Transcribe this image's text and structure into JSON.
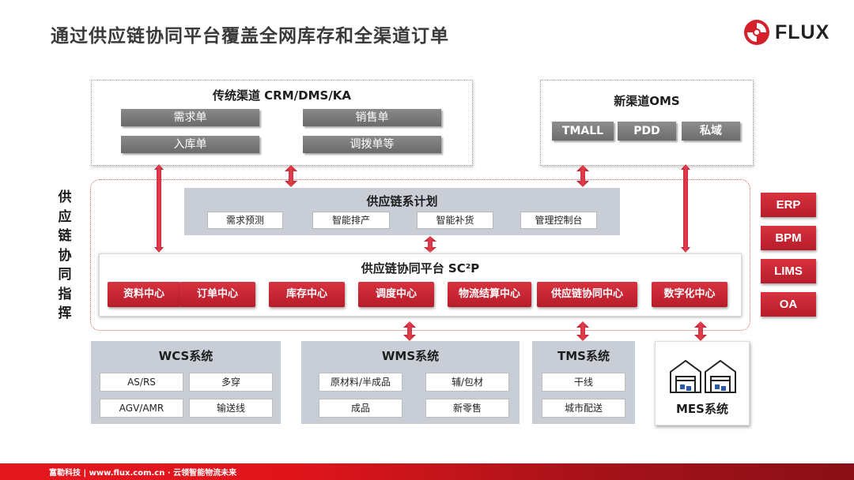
{
  "title": "通过供应链协同平台覆盖全网库存和全渠道订单",
  "logo_text": "FLUX",
  "traditional": {
    "header": "传统渠道 CRM/DMS/KA",
    "items": [
      "需求单",
      "销售单",
      "入库单",
      "调拨单等"
    ]
  },
  "new_channel": {
    "header": "新渠道OMS",
    "items": [
      "TMALL",
      "PDD",
      "私域"
    ]
  },
  "side_label": "供应链协同指挥",
  "planning": {
    "header": "供应链系计划",
    "items": [
      "需求预测",
      "智能排产",
      "智能补货",
      "管理控制台"
    ]
  },
  "platform": {
    "header": "供应链协同平台 SC²P",
    "items": [
      "资料中心",
      "订单中心",
      "库存中心",
      "调度中心",
      "物流结算中心",
      "供应链协同中心",
      "数字化中心"
    ]
  },
  "side_systems": [
    "ERP",
    "BPM",
    "LIMS",
    "OA"
  ],
  "wcs": {
    "header": "WCS系统",
    "items": [
      "AS/RS",
      "多穿",
      "AGV/AMR",
      "输送线"
    ]
  },
  "wms": {
    "header": "WMS系统",
    "items": [
      "原材料/半成品",
      "辅/包材",
      "成品",
      "新零售"
    ]
  },
  "tms": {
    "header": "TMS系统",
    "items": [
      "干线",
      "城市配送"
    ]
  },
  "mes": {
    "label": "MES系统"
  },
  "footer": "富勒科技 | www.flux.com.cn · 云领智能物流未来",
  "colors": {
    "accent_red": "#c8202d",
    "gray_button": "#7a7a7a",
    "panel_gray": "#c9ced6"
  }
}
